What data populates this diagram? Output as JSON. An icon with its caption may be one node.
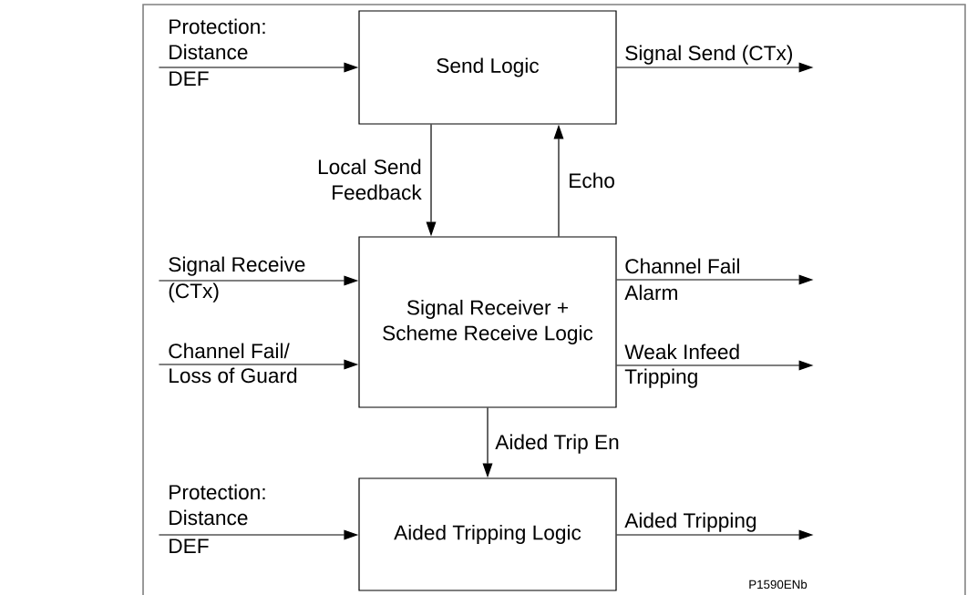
{
  "diagram": {
    "nodes": [
      {
        "text": [
          "Send Logic"
        ]
      },
      {
        "text": [
          "Signal Receiver + Scheme Receive Logic"
        ]
      },
      {
        "text": [
          "Aided Tripping Logic"
        ]
      }
    ],
    "edges": [
      {
        "from": null,
        "to": 0,
        "arrow": "to",
        "label": "Protection: Distance"
      },
      {
        "from": 0,
        "to": null,
        "arrow": "to",
        "label": "Signal Send (CTx)"
      },
      {
        "from": 0,
        "to": 1,
        "arrow": "to",
        "label": "Local Send Feedback"
      },
      {
        "from": 1,
        "to": 0,
        "arrow": "to",
        "label": "Echo"
      },
      {
        "from": null,
        "to": 1,
        "arrow": "to",
        "label": "Signal Receive"
      },
      {
        "from": null,
        "to": 1,
        "arrow": "to",
        "label": "Channel Fail/"
      },
      {
        "from": 1,
        "to": null,
        "arrow": "to",
        "label": "Channel Fail"
      },
      {
        "from": 1,
        "to": null,
        "arrow": "to",
        "label": "Weak Infeed"
      },
      {
        "from": 1,
        "to": 2,
        "arrow": "to",
        "label": "Aided Trip En"
      },
      {
        "from": null,
        "to": 2,
        "arrow": "to",
        "label": "Protection: Distance"
      },
      {
        "from": 2,
        "to": null,
        "arrow": "to",
        "label": "Aided Tripping"
      }
    ],
    "labels": [
      "DEF",
      "(CTx)",
      "Alarm",
      "Loss of Guard",
      "Tripping",
      "DEF",
      "P1590ENb"
    ]
  }
}
